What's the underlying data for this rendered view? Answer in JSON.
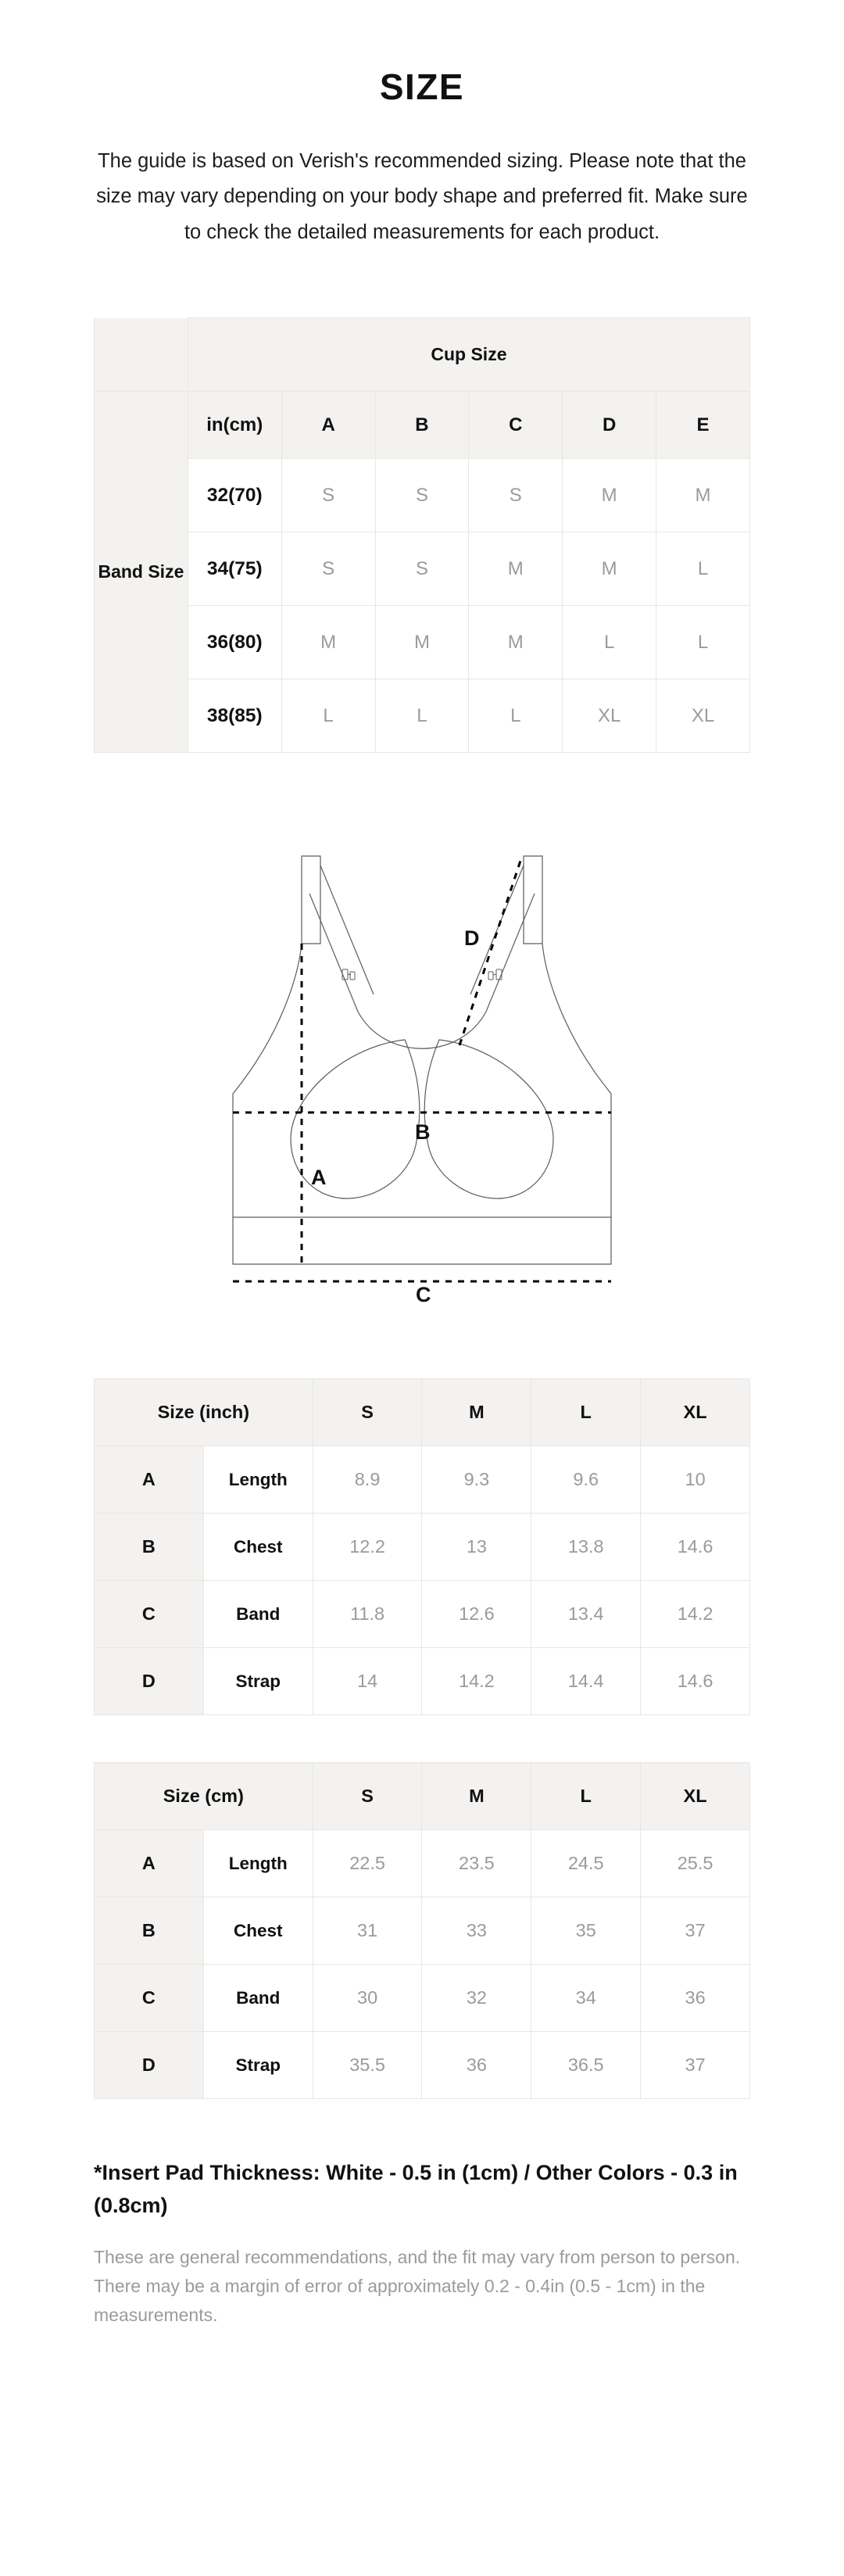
{
  "header": {
    "title": "SIZE",
    "intro": "The guide is based on Verish's recommended sizing. Please note that the size may vary depending on your body shape and preferred fit. Make sure to check the detailed measurements for each product."
  },
  "cup_band_table": {
    "cup_header": "Cup Size",
    "band_header": "Band Size",
    "unit_header": "in(cm)",
    "cup_columns": [
      "A",
      "B",
      "C",
      "D",
      "E"
    ],
    "rows": [
      {
        "band": "32(70)",
        "values": [
          "S",
          "S",
          "S",
          "M",
          "M"
        ]
      },
      {
        "band": "34(75)",
        "values": [
          "S",
          "S",
          "M",
          "M",
          "L"
        ]
      },
      {
        "band": "36(80)",
        "values": [
          "M",
          "M",
          "M",
          "L",
          "L"
        ]
      },
      {
        "band": "38(85)",
        "values": [
          "L",
          "L",
          "L",
          "XL",
          "XL"
        ]
      }
    ]
  },
  "diagram": {
    "labels": {
      "a": "A",
      "b": "B",
      "c": "C",
      "d": "D"
    }
  },
  "inch_table": {
    "size_header": "Size (inch)",
    "columns": [
      "S",
      "M",
      "L",
      "XL"
    ],
    "rows": [
      {
        "letter": "A",
        "part": "Length",
        "values": [
          "8.9",
          "9.3",
          "9.6",
          "10"
        ]
      },
      {
        "letter": "B",
        "part": "Chest",
        "values": [
          "12.2",
          "13",
          "13.8",
          "14.6"
        ]
      },
      {
        "letter": "C",
        "part": "Band",
        "values": [
          "11.8",
          "12.6",
          "13.4",
          "14.2"
        ]
      },
      {
        "letter": "D",
        "part": "Strap",
        "values": [
          "14",
          "14.2",
          "14.4",
          "14.6"
        ]
      }
    ]
  },
  "cm_table": {
    "size_header": "Size (cm)",
    "columns": [
      "S",
      "M",
      "L",
      "XL"
    ],
    "rows": [
      {
        "letter": "A",
        "part": "Length",
        "values": [
          "22.5",
          "23.5",
          "24.5",
          "25.5"
        ]
      },
      {
        "letter": "B",
        "part": "Chest",
        "values": [
          "31",
          "33",
          "35",
          "37"
        ]
      },
      {
        "letter": "C",
        "part": "Band",
        "values": [
          "30",
          "32",
          "34",
          "36"
        ]
      },
      {
        "letter": "D",
        "part": "Strap",
        "values": [
          "35.5",
          "36",
          "36.5",
          "37"
        ]
      }
    ]
  },
  "footer": {
    "pad_note": "*Insert Pad Thickness:  White - 0.5 in (1cm) / Other Colors - 0.3 in (0.8cm)",
    "disclaimer": "These are general recommendations, and the fit may vary from person to person. There may be a margin of error of approximately 0.2 - 0.4in (0.5 - 1cm) in the measurements."
  },
  "colors": {
    "header_fill": "#f3f2f0",
    "border": "#e9e7e4",
    "value_text": "#9b9b9b",
    "primary_text": "#111111"
  }
}
